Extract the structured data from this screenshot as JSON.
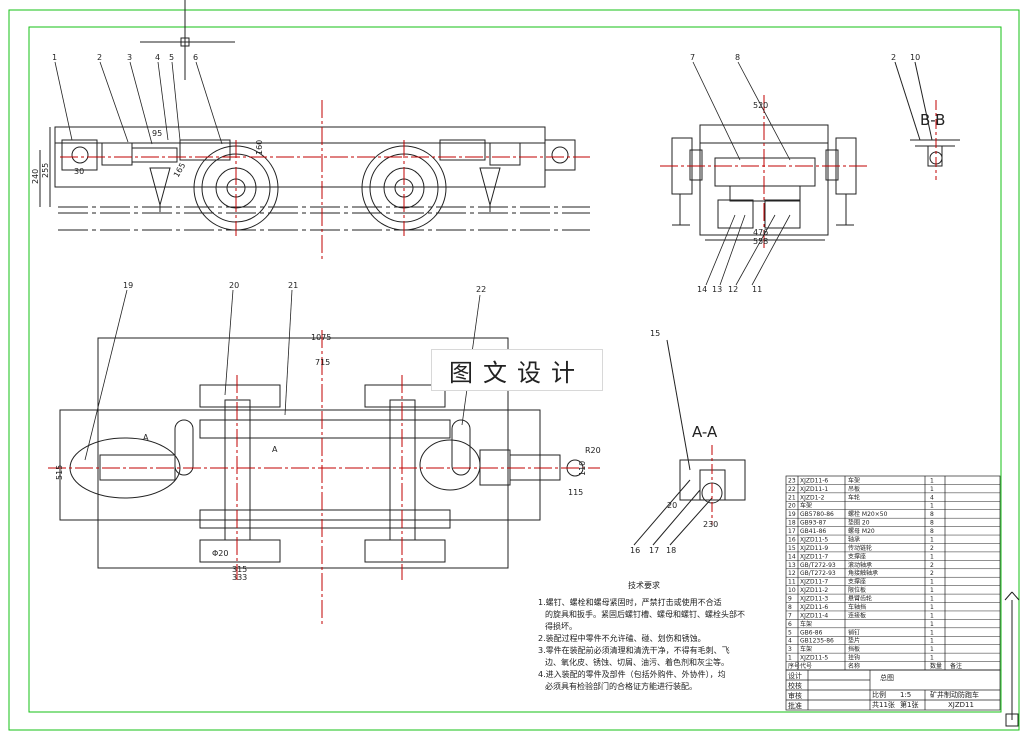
{
  "drawing": {
    "colors": {
      "frame": "#16c116",
      "linework": "#222222",
      "centerline": "#c00000",
      "background": "#ffffff"
    },
    "section_labels": {
      "b_b": "B-B",
      "a_a": "A-A"
    },
    "balloon_numbers": [
      "1",
      "2",
      "3",
      "4",
      "5",
      "6",
      "7",
      "8",
      "2",
      "10",
      "19",
      "20",
      "21",
      "22",
      "15",
      "14",
      "13",
      "12",
      "11",
      "16",
      "17",
      "18"
    ],
    "dimensions": {
      "front": [
        "255",
        "240",
        "30",
        "95",
        "160",
        "165"
      ],
      "side": [
        "520",
        "476",
        "558"
      ],
      "plan": [
        "1075",
        "715",
        "515",
        "R20",
        "110",
        "115",
        "Φ20",
        "315",
        "333"
      ],
      "section_aa": [
        "20",
        "230"
      ],
      "section_marks": [
        "A",
        "A"
      ]
    },
    "watermark": "图文设计",
    "tech_requirements": {
      "title": "技术要求",
      "items": [
        "1.螺钉、螺栓和螺母紧固时，严禁打击或使用不合适",
        "的旋具和扳手。紧固后螺钉槽、螺母和螺钉、螺栓头部不",
        "得损坏。",
        "2.装配过程中零件不允许磕、碰、划伤和锈蚀。",
        "3.零件在装配前必须清理和清洗干净，不得有毛刺、飞",
        "边、氧化皮、锈蚀、切屑、油污、着色剂和灰尘等。",
        "4.进入装配的零件及部件（包括外购件、外协件），均",
        "必须具有检验部门的合格证方能进行装配。"
      ]
    },
    "bom": {
      "headers": [
        "序号",
        "代号",
        "名称",
        "数量",
        "备注"
      ],
      "rows": [
        [
          "23",
          "XJZD11-6",
          "车架",
          "1",
          ""
        ],
        [
          "22",
          "XJZD11-1",
          "吊板",
          "1",
          ""
        ],
        [
          "21",
          "XJZD1-2",
          "车轮",
          "4",
          ""
        ],
        [
          "20",
          "车架",
          "",
          "1",
          ""
        ],
        [
          "19",
          "GB5780-86",
          "螺栓 M20×50",
          "8",
          ""
        ],
        [
          "18",
          "GB93-87",
          "垫圈 20",
          "8",
          ""
        ],
        [
          "17",
          "GB41-86",
          "螺母 M20",
          "8",
          ""
        ],
        [
          "16",
          "XJZD11-5",
          "轴承",
          "1",
          ""
        ],
        [
          "15",
          "XJZD11-9",
          "传动链轮",
          "2",
          ""
        ],
        [
          "14",
          "XJZD11-7",
          "支撑座",
          "1",
          ""
        ],
        [
          "13",
          "GB/T272-93",
          "滚动轴承",
          "2",
          ""
        ],
        [
          "12",
          "GB/T272-93",
          "角接触轴承",
          "2",
          ""
        ],
        [
          "11",
          "XJZD11-7",
          "支撑座",
          "1",
          ""
        ],
        [
          "10",
          "XJZD11-2",
          "限位板",
          "1",
          ""
        ],
        [
          "9",
          "XJZD11-3",
          "悬臂齿轮",
          "1",
          ""
        ],
        [
          "8",
          "XJZD11-6",
          "车轴挡",
          "1",
          ""
        ],
        [
          "7",
          "XJZD11-4",
          "连接板",
          "1",
          ""
        ],
        [
          "6",
          "车架",
          "",
          "1",
          ""
        ],
        [
          "5",
          "GB6-86",
          "销钉",
          "1",
          ""
        ],
        [
          "4",
          "GB1235-86",
          "垫片",
          "1",
          ""
        ],
        [
          "3",
          "车架",
          "挡板",
          "1",
          ""
        ],
        [
          "1",
          "XJZD11-5",
          "挂钩",
          "1",
          ""
        ]
      ]
    },
    "title_block": {
      "title": "总图",
      "rows": [
        "设计",
        "校核",
        "审核",
        "批准"
      ],
      "scale_label": "比例",
      "scale": "1:5",
      "sheet_total": "共11张",
      "sheet_no": "第1张",
      "drawing_name": "矿井制动防跑车",
      "drawing_code": "XJZD11"
    }
  }
}
